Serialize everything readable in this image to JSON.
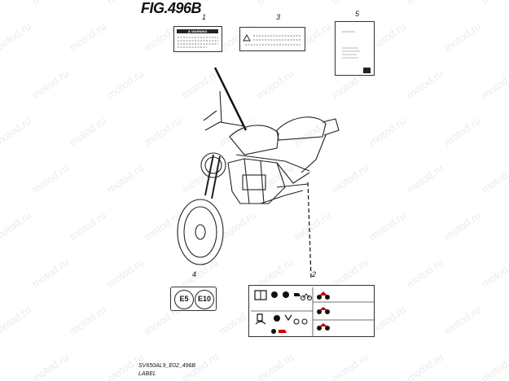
{
  "figure": {
    "title": "FIG.496B"
  },
  "watermark_text": "motod.ru",
  "callouts": [
    {
      "number": "1"
    },
    {
      "number": "3"
    },
    {
      "number": "5"
    },
    {
      "number": "4"
    },
    {
      "number": "2"
    }
  ],
  "label1": {
    "heading": "⚠ WARNING"
  },
  "label4": {
    "marks": [
      "E5",
      "E10"
    ]
  },
  "footer": {
    "code": "SV650AL9_E02_496B",
    "name": "LABEL"
  }
}
